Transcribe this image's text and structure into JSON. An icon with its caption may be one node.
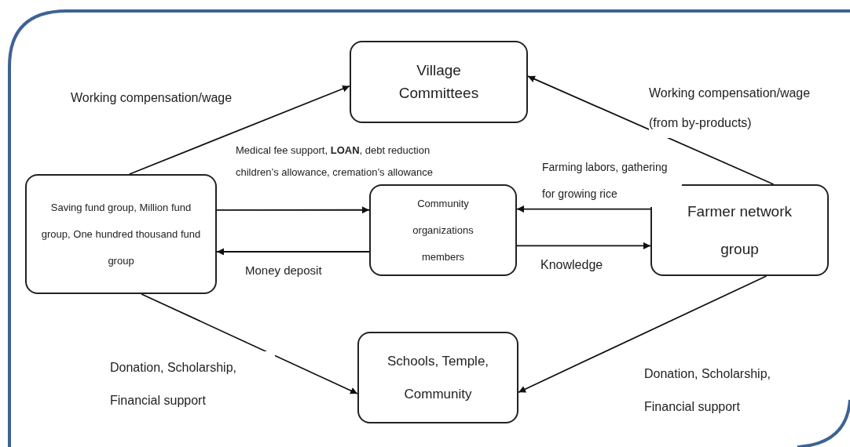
{
  "diagram": {
    "nodes": [
      {
        "text": [
          "Village Committees"
        ]
      },
      {
        "text": [
          "Saving fund group, Million fund group, One hundred thousand fund group"
        ]
      },
      {
        "text": [
          "Community organizations members"
        ]
      },
      {
        "text": [
          "Farmer network group"
        ]
      },
      {
        "text": [
          "Schools, Temple, Community"
        ]
      }
    ],
    "edges": [
      {
        "from": 1,
        "to": 0,
        "arrow": "to",
        "label": "Working compensation/wage"
      },
      {
        "from": 3,
        "to": 0,
        "arrow": "to",
        "label": "Working compensation/wage (from by-products)"
      },
      {
        "from": 1,
        "to": 2,
        "arrow": "to",
        "label": "Medical fee support, **LOAN**, debt reduction children’s allowance, cremation’s allowance"
      },
      {
        "from": 2,
        "to": 1,
        "arrow": "to",
        "label": "Money deposit"
      },
      {
        "from": 3,
        "to": 2,
        "arrow": "to",
        "label": "Farming labors, gathering for growing rice"
      },
      {
        "from": 2,
        "to": 3,
        "arrow": "to",
        "label": "Knowledge"
      },
      {
        "from": 1,
        "to": 4,
        "arrow": "to",
        "label": "Donation, Scholarship, Financial support"
      },
      {
        "from": 3,
        "to": 4,
        "arrow": "to",
        "label": "Donation, Scholarship, Financial support"
      }
    ]
  }
}
